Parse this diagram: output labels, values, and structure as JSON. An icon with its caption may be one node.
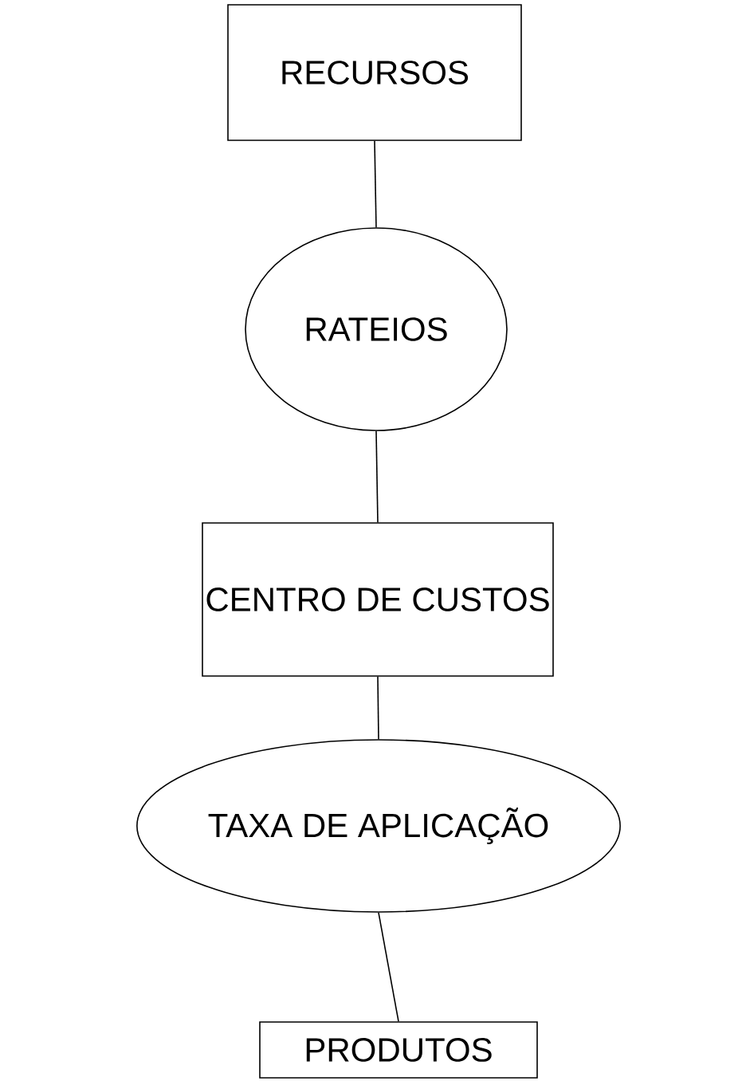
{
  "diagram": {
    "nodes": [
      {
        "text": [
          "RECURSOS"
        ]
      },
      {
        "text": [
          "RATEIOS"
        ]
      },
      {
        "text": [
          "CENTRO DE CUSTOS"
        ]
      },
      {
        "text": [
          "TAXA DE APLICAÇÃO"
        ]
      },
      {
        "text": [
          "PRODUTOS"
        ]
      }
    ],
    "edges": [
      {
        "from": 0,
        "to": 1,
        "arrow": "none"
      },
      {
        "from": 1,
        "to": 2,
        "arrow": "none"
      },
      {
        "from": 2,
        "to": 3,
        "arrow": "none"
      },
      {
        "from": 3,
        "to": 4,
        "arrow": "none"
      }
    ]
  }
}
